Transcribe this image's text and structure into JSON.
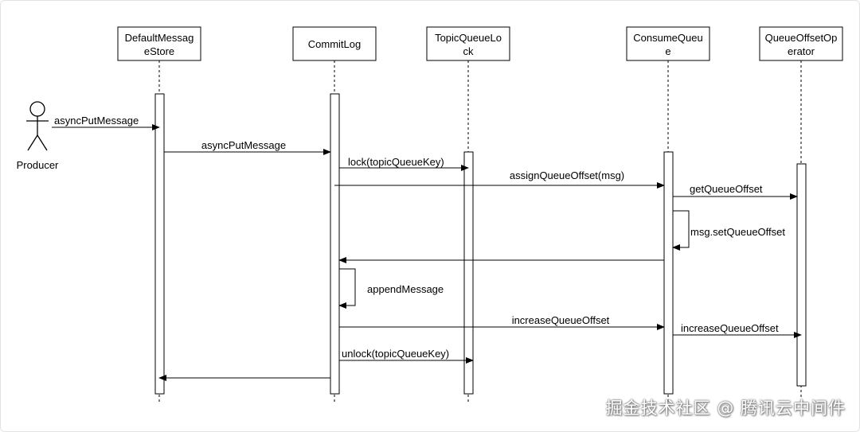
{
  "actor": {
    "label": "Producer"
  },
  "participants": [
    {
      "id": "store",
      "lines": [
        "DefaultMessag",
        "eStore"
      ]
    },
    {
      "id": "commitlog",
      "lines": [
        "CommitLog"
      ]
    },
    {
      "id": "lock",
      "lines": [
        "TopicQueueLo",
        "ck"
      ]
    },
    {
      "id": "cq",
      "lines": [
        "ConsumeQueu",
        "e"
      ]
    },
    {
      "id": "qoo",
      "lines": [
        "QueueOffsetOp",
        "erator"
      ]
    }
  ],
  "messages": [
    {
      "id": "m1",
      "label": "asyncPutMessage"
    },
    {
      "id": "m2",
      "label": "asyncPutMessage"
    },
    {
      "id": "m3",
      "label": "lock(topicQueueKey)"
    },
    {
      "id": "m4",
      "label": "assignQueueOffset(msg)"
    },
    {
      "id": "m5",
      "label": "getQueueOffset"
    },
    {
      "id": "m6",
      "label": "msg.setQueueOffset"
    },
    {
      "id": "m7",
      "label": ""
    },
    {
      "id": "m8",
      "label": "appendMessage"
    },
    {
      "id": "m9",
      "label": "increaseQueueOffset"
    },
    {
      "id": "m10",
      "label": "increaseQueueOffset"
    },
    {
      "id": "m11",
      "label": "unlock(topicQueueKey)"
    },
    {
      "id": "m12",
      "label": ""
    }
  ],
  "watermark": "掘金技术社区 @ 腾讯云中间件",
  "colors": {
    "line": "#000000",
    "box_fill": "#ffffff",
    "background": "#ffffff"
  }
}
